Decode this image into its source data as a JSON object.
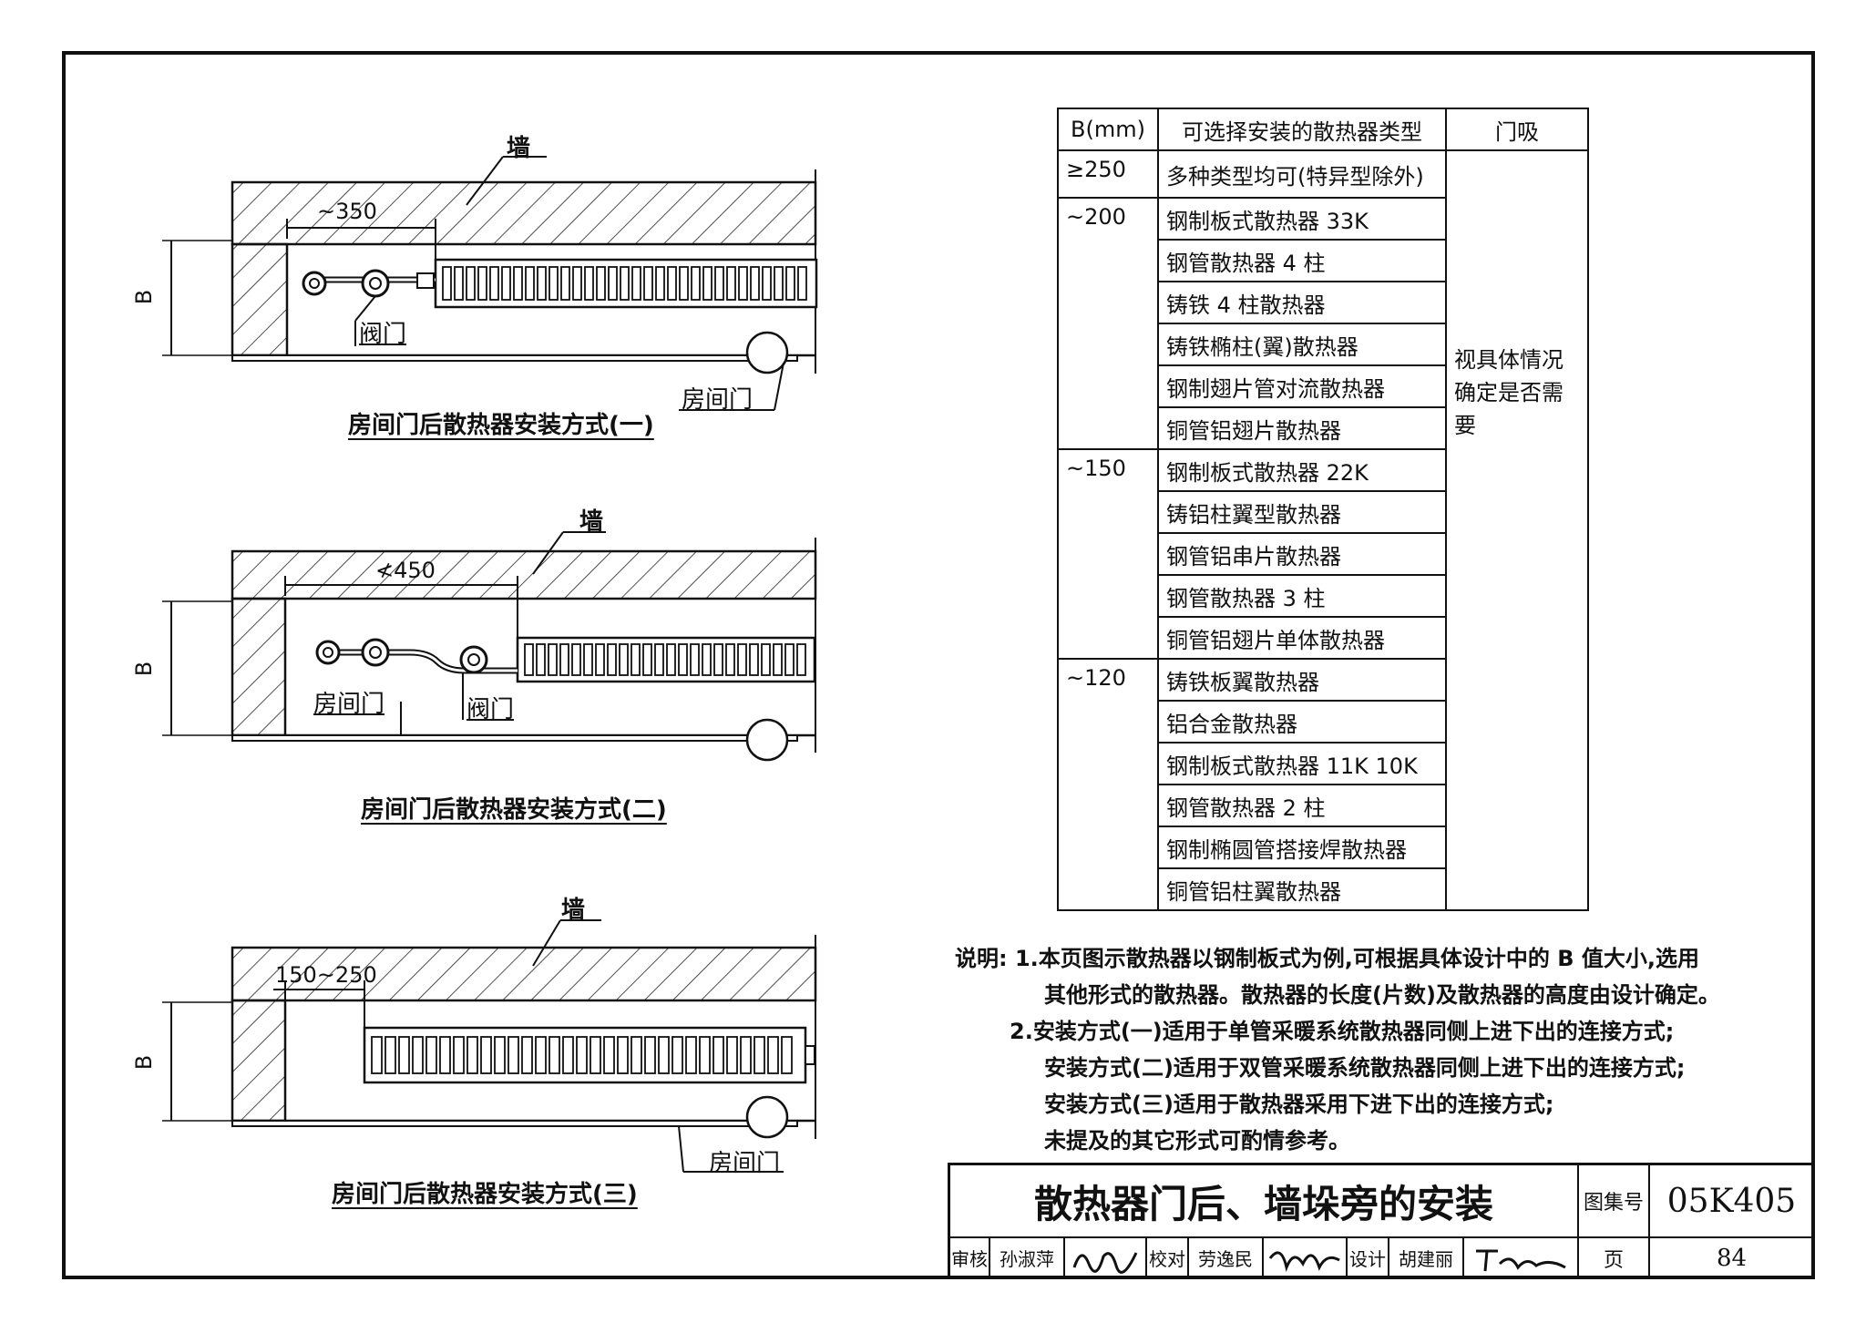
{
  "diagrams": [
    {
      "caption": "房间门后散热器安装方式(一)",
      "dimension": "~350",
      "b_label": "B",
      "labels": {
        "wall": "墙",
        "valve": "阀门",
        "door": "房间门"
      }
    },
    {
      "caption": "房间门后散热器安装方式(二)",
      "dimension": "≮450",
      "b_label": "B",
      "labels": {
        "wall": "墙",
        "valve": "阀门",
        "door": "房间门"
      }
    },
    {
      "caption": "房间门后散热器安装方式(三)",
      "dimension": "150~250",
      "b_label": "B",
      "labels": {
        "wall": "墙",
        "door": "房间门"
      }
    }
  ],
  "table": {
    "headers": [
      "B(mm)",
      "可选择安装的散热器类型",
      "门吸"
    ],
    "door_note": "视具体情况确定是否需要",
    "groups": [
      {
        "b": "≥250",
        "types": [
          "多种类型均可(特异型除外)"
        ]
      },
      {
        "b": "~200",
        "types": [
          "钢制板式散热器 33K",
          "钢管散热器 4 柱",
          "铸铁 4 柱散热器",
          "铸铁椭柱(翼)散热器",
          "钢制翅片管对流散热器",
          "铜管铝翅片散热器"
        ]
      },
      {
        "b": "~150",
        "types": [
          "钢制板式散热器 22K",
          "铸铝柱翼型散热器",
          "钢管铝串片散热器",
          "钢管散热器 3 柱",
          "铜管铝翅片单体散热器"
        ]
      },
      {
        "b": "~120",
        "types": [
          "铸铁板翼散热器",
          "铝合金散热器",
          "钢制板式散热器 11K 10K",
          "钢管散热器 2 柱",
          "钢制椭圆管搭接焊散热器",
          "铜管铝柱翼散热器"
        ]
      }
    ]
  },
  "notes": {
    "prefix": "说明:",
    "lines": [
      "1.本页图示散热器以钢制板式为例,可根据具体设计中的 B 值大小,选用",
      "其他形式的散热器。散热器的长度(片数)及散热器的高度由设计确定。",
      "2.安装方式(一)适用于单管采暖系统散热器同侧上进下出的连接方式;",
      "安装方式(二)适用于双管采暖系统散热器同侧上进下出的连接方式;",
      "安装方式(三)适用于散热器采用下进下出的连接方式;",
      "未提及的其它形式可酌情参考。"
    ]
  },
  "title_block": {
    "title": "散热器门后、墙垛旁的安装",
    "atlas_label": "图集号",
    "atlas_no": "05K405",
    "review_label": "审核",
    "reviewer": "孙淑萍",
    "check_label": "校对",
    "checker": "劳逸民",
    "design_label": "设计",
    "designer": "胡建丽",
    "page_label": "页",
    "page_no": "84"
  }
}
